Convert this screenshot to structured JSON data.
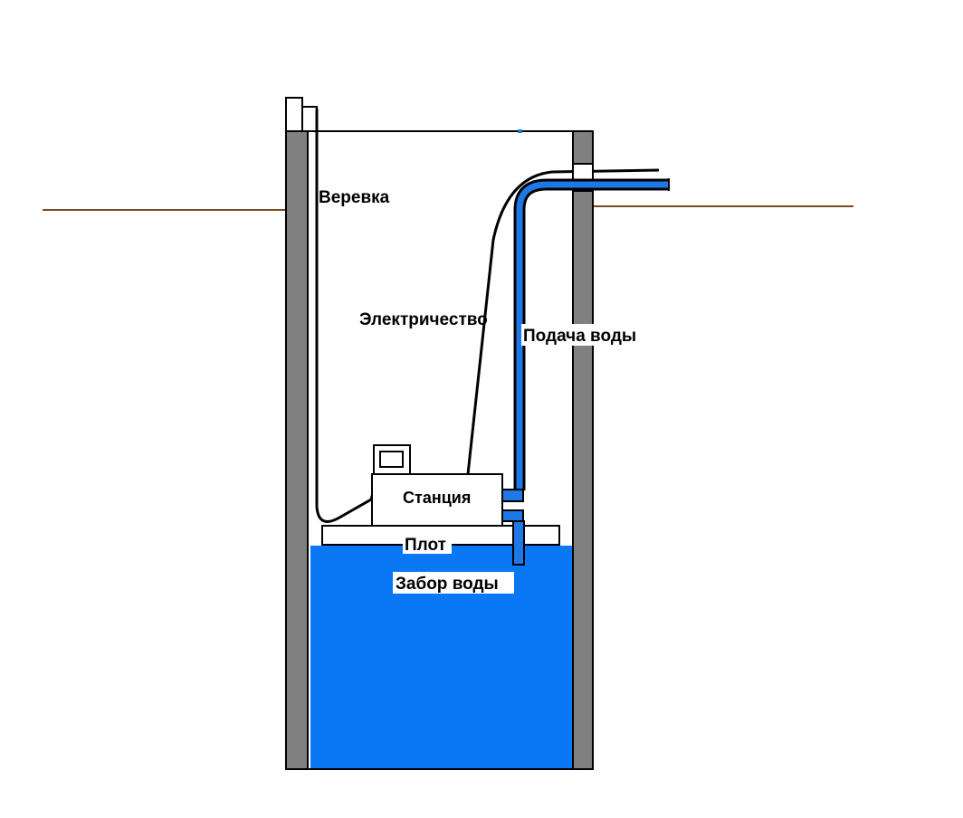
{
  "labels": {
    "rope": "Веревка",
    "electricity": "Электричество",
    "water_supply": "Подача воды",
    "station": "Станция",
    "raft": "Плот",
    "water_intake": "Забор воды"
  },
  "colors": {
    "well_wall": "#808080",
    "water": "#0a78f5",
    "pipe": "#1e78e6",
    "ground_line": "#7a4a1e",
    "outline": "#000000",
    "background": "#ffffff"
  }
}
